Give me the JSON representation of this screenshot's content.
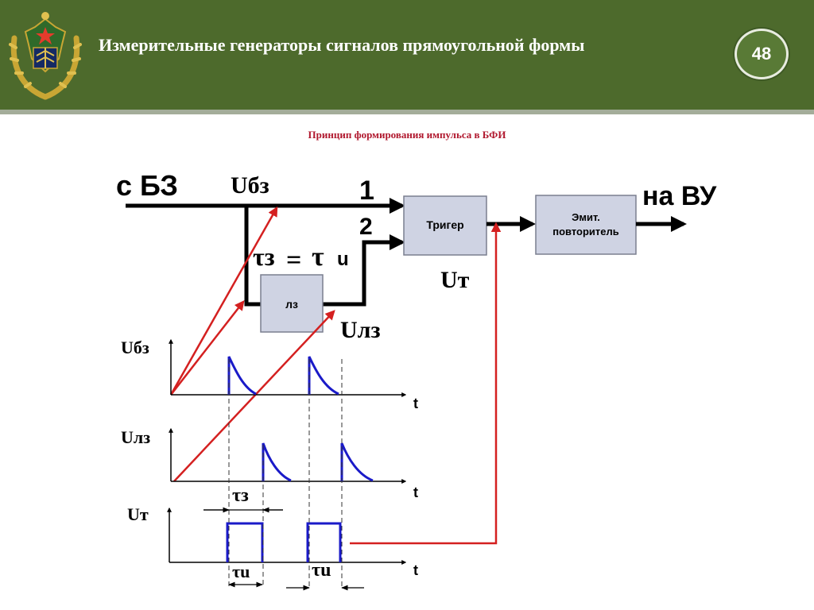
{
  "header": {
    "title": "Измерительные генераторы сигналов прямоугольной формы",
    "page_number": "48",
    "emblem_icon": "military-emblem-icon"
  },
  "subtitle": "Принцип формирования импульса в БФИ",
  "colors": {
    "header_bg": "#4d6a2c",
    "subtitle": "#b0172d",
    "block_fill": "#cfd3e3",
    "pulse": "#1a1ac8",
    "arrow_red": "#d42020"
  },
  "schematic": {
    "input_label": "с БЗ",
    "u_bz": "Uбз",
    "input1": "1",
    "input2": "2",
    "tau_z": "τз",
    "equals": "=",
    "tau_i": "τ",
    "tau_i_sub": "u",
    "trigger": "Тригер",
    "emitter_line1": "Эмит.",
    "emitter_line2": "повторитель",
    "delay_line": "лз",
    "u_lz": "Uлз",
    "u_t": "Uт",
    "output_label": "на ВУ"
  },
  "timing": {
    "u_bz_axis": "Uбз",
    "u_lz_axis": "Uлз",
    "u_t_axis": "Uт",
    "t_label": "t",
    "tau_z_mark": "τз",
    "tau_i_mark": "τu"
  }
}
